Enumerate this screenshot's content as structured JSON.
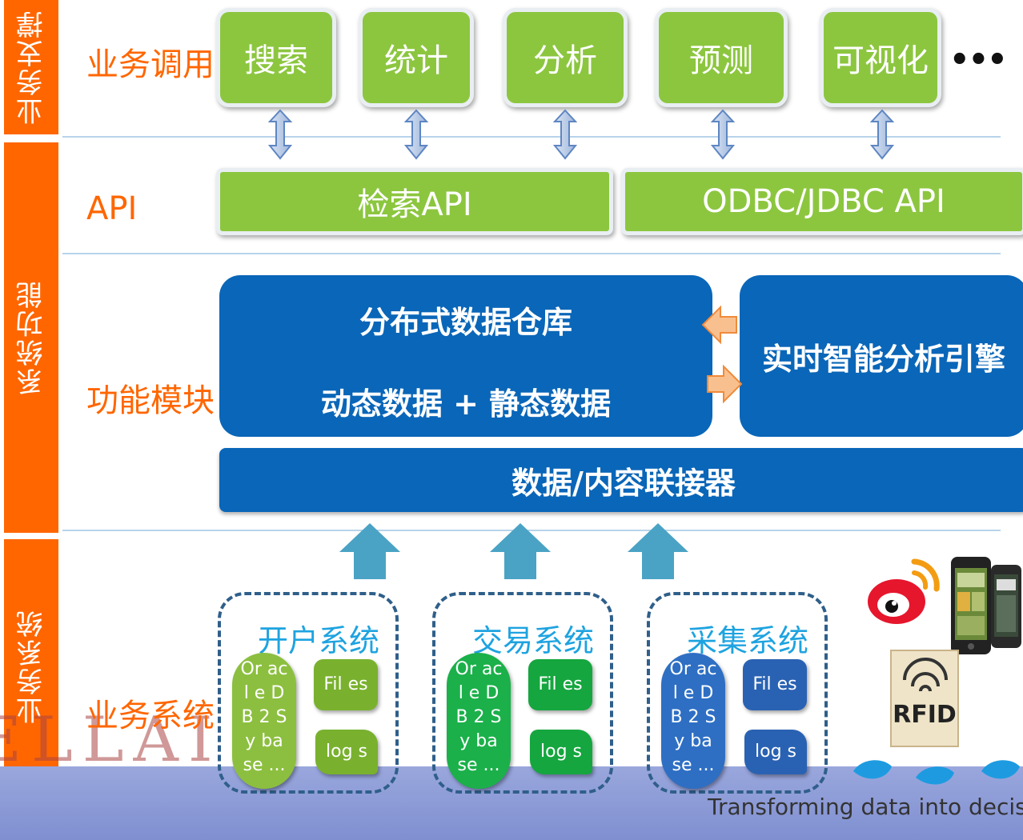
{
  "side_labels": {
    "business_support": "业务支撑",
    "system_function": "系统功能",
    "business_system": "业务系统"
  },
  "row_labels": {
    "business_call": "业务调用",
    "api": "API",
    "function_module": "功能模块",
    "business_system": "业务系统"
  },
  "business_buttons": [
    "搜索",
    "统计",
    "分析",
    "预测",
    "可视化"
  ],
  "more_dots": "•••",
  "api_bars": {
    "retrieval_api": "检索API",
    "odbc_api": "ODBC/JDBC API"
  },
  "warehouse": {
    "title": "分布式数据仓库",
    "subtitle": "动态数据 + 静态数据"
  },
  "realtime_engine": "实时智能分析引擎",
  "connector": "数据/内容联接器",
  "systems": [
    {
      "title": "开户系统",
      "db_text": "Or acl e DB 2 Sy ba se ... ...",
      "files": "Fil es",
      "logs": "log s"
    },
    {
      "title": "交易系统",
      "db_text": "Or acl e DB 2 Sy ba se ... ...",
      "files": "Fil es",
      "logs": "log s"
    },
    {
      "title": "采集系统",
      "db_text": "Or acl e DB 2 Sy ba se ... ...",
      "files": "Fil es",
      "logs": "log s"
    }
  ],
  "rfid_label": "RFID",
  "watermark_text": "ELLAI",
  "tagline": "Transforming data into decision",
  "colors": {
    "orange": "#ff6600",
    "green": "#8cc63f",
    "blue": "#0a66b8",
    "light_blue": "#1ea3e0",
    "arrow_teal": "#4aa3c4"
  }
}
